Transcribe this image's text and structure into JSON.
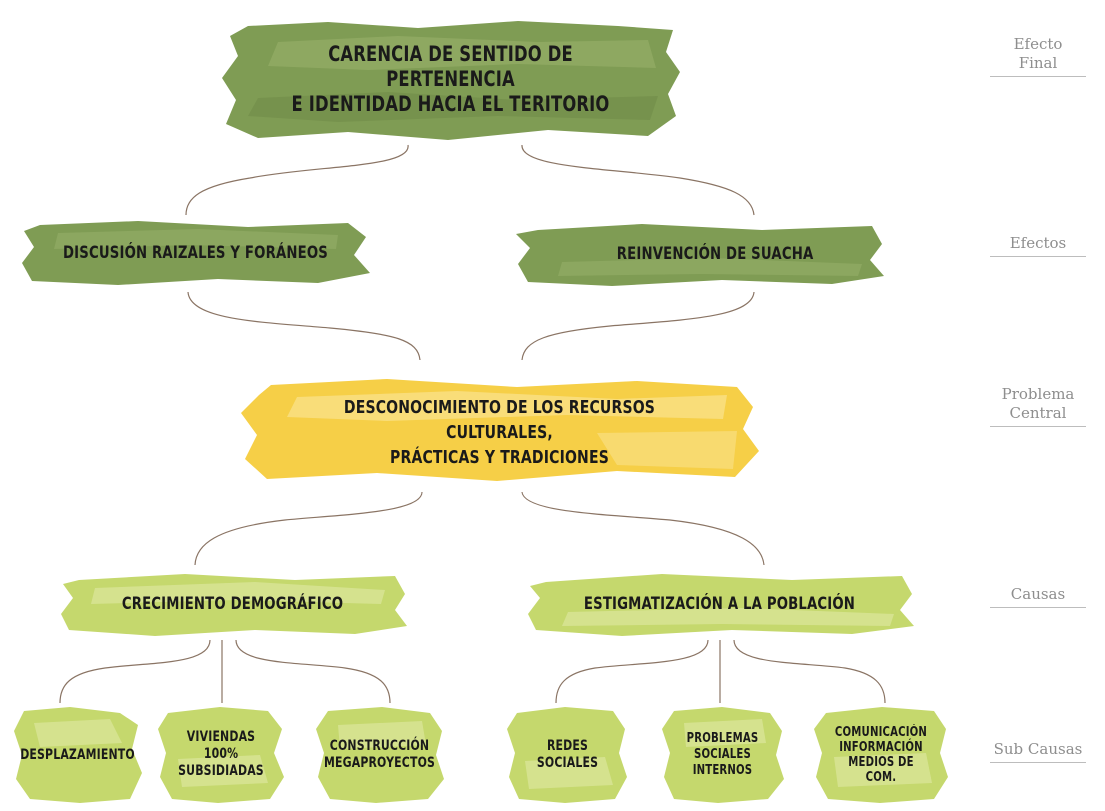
{
  "levels": {
    "final_effect": "Efecto\nFinal",
    "effects": "Efectos",
    "central_problem": "Problema\nCentral",
    "causes": "Causas",
    "sub_causes": "Sub Causas"
  },
  "nodes": {
    "final_effect": "CARENCIA DE SENTIDO DE PERTENENCIA\nE IDENTIDAD HACIA EL TERITORIO",
    "effect_1": "DISCUSIÓN RAIZALES Y FORÁNEOS",
    "effect_2": "REINVENCIÓN DE SUACHA",
    "central_problem": "DESCONOCIMIENTO DE LOS RECURSOS CULTURALES,\nPRÁCTICAS Y TRADICIONES",
    "cause_1": "CRECIMIENTO DEMOGRÁFICO",
    "cause_2": "ESTIGMATIZACIÓN A LA POBLACIÓN",
    "sub_1": "DESPLAZAMIENTO",
    "sub_2": "VIVIENDAS 100%\nSUBSIDIADAS",
    "sub_3": "CONSTRUCCIÓN\nMEGAPROYECTOS",
    "sub_4": "REDES\nSOCIALES",
    "sub_5": "PROBLEMAS\nSOCIALES\nINTERNOS",
    "sub_6": "COMUNICACIÓN\nINFORMACIÓN\nMEDIOS DE\nCOM."
  },
  "colors": {
    "dark_green": "#7f9c54",
    "dark_green_light": "#9ab26c",
    "yellow": "#f6cf47",
    "yellow_light": "#fae18a",
    "light_green": "#c5d86d",
    "light_green_light": "#dce79c",
    "connector": "#8a7464",
    "level_text": "#8e8e8e"
  }
}
